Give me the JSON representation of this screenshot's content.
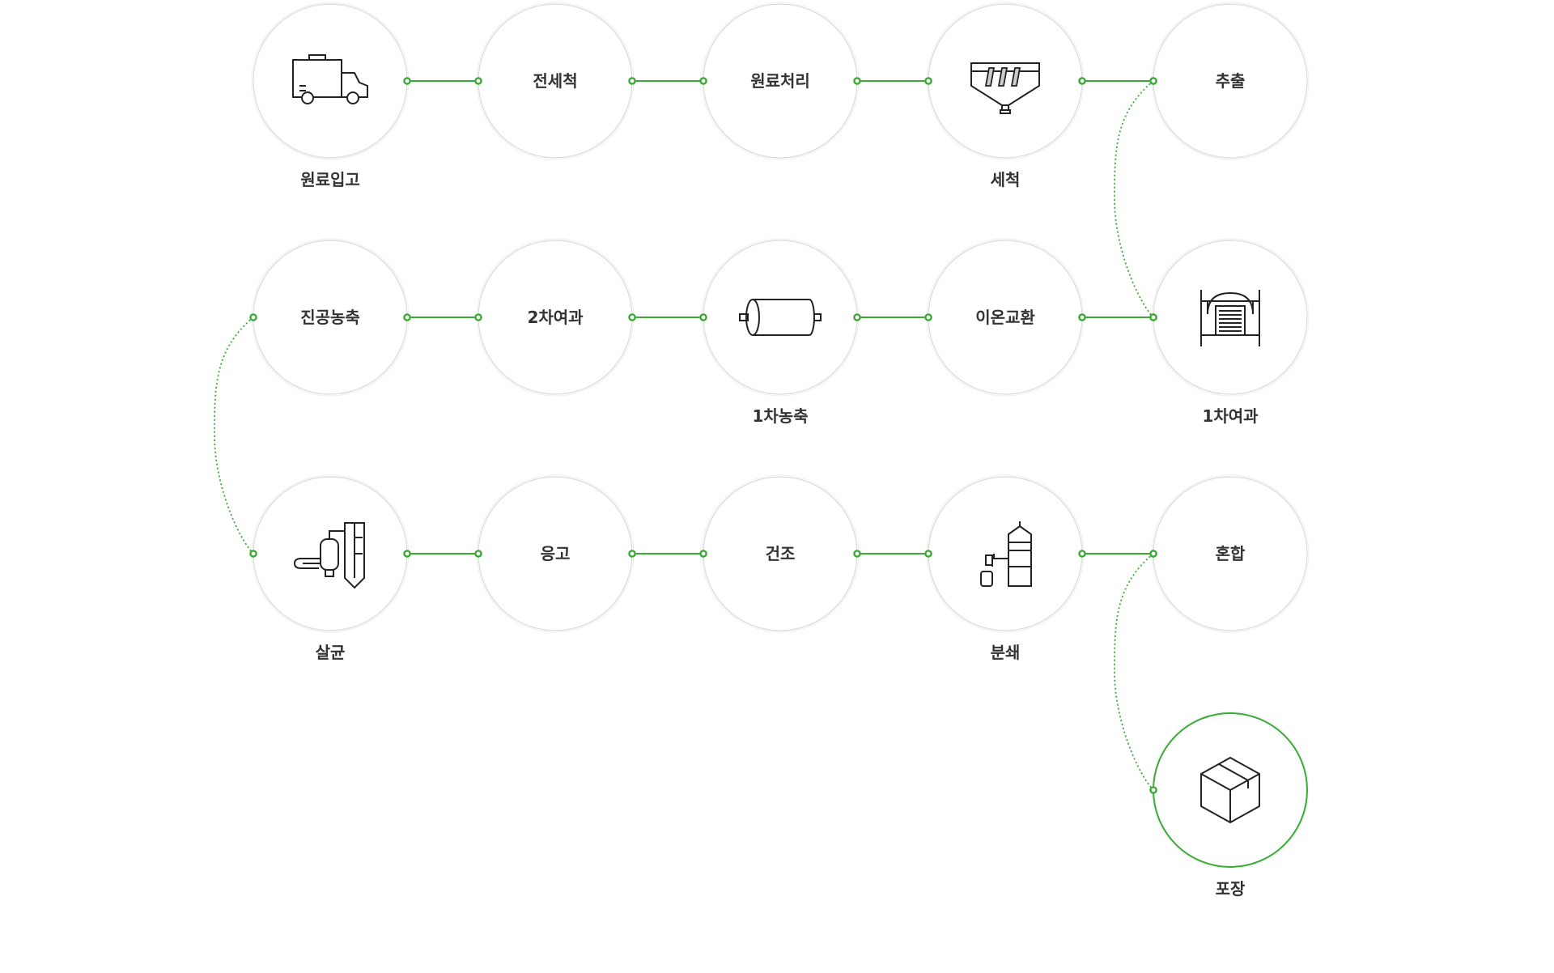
{
  "colors": {
    "accent": "#3aaa35",
    "ring": "#d9d9d9",
    "text": "#333333",
    "icon": "#222222"
  },
  "steps": [
    {
      "label": "원료입고",
      "icon": "truck-icon",
      "row": 0,
      "col": 0,
      "label_position": "below",
      "active": false
    },
    {
      "label": "전세척",
      "icon": null,
      "row": 0,
      "col": 1,
      "label_position": "inside",
      "active": false
    },
    {
      "label": "원료처리",
      "icon": null,
      "row": 0,
      "col": 2,
      "label_position": "inside",
      "active": false
    },
    {
      "label": "세척",
      "icon": "washer-tank-icon",
      "row": 0,
      "col": 3,
      "label_position": "below",
      "active": false
    },
    {
      "label": "추출",
      "icon": null,
      "row": 0,
      "col": 4,
      "label_position": "inside",
      "active": false
    },
    {
      "label": "진공농축",
      "icon": null,
      "row": 1,
      "col": 0,
      "label_position": "inside",
      "active": false
    },
    {
      "label": "2차여과",
      "icon": null,
      "row": 1,
      "col": 1,
      "label_position": "inside",
      "active": false
    },
    {
      "label": "1차농축",
      "icon": "cylinder-tank-icon",
      "row": 1,
      "col": 2,
      "label_position": "below",
      "active": false
    },
    {
      "label": "이온교환",
      "icon": null,
      "row": 1,
      "col": 3,
      "label_position": "inside",
      "active": false
    },
    {
      "label": "1차여과",
      "icon": "filter-press-icon",
      "row": 1,
      "col": 4,
      "label_position": "below",
      "active": false
    },
    {
      "label": "살균",
      "icon": "sterilizer-icon",
      "row": 2,
      "col": 0,
      "label_position": "below",
      "active": false
    },
    {
      "label": "응고",
      "icon": null,
      "row": 2,
      "col": 1,
      "label_position": "inside",
      "active": false
    },
    {
      "label": "건조",
      "icon": null,
      "row": 2,
      "col": 2,
      "label_position": "inside",
      "active": false
    },
    {
      "label": "분쇄",
      "icon": "grinder-tower-icon",
      "row": 2,
      "col": 3,
      "label_position": "below",
      "active": false
    },
    {
      "label": "혼합",
      "icon": null,
      "row": 2,
      "col": 4,
      "label_position": "inside",
      "active": false
    },
    {
      "label": "포장",
      "icon": "box-icon",
      "row": 3,
      "col": 4,
      "label_position": "below",
      "active": true
    }
  ],
  "connections": [
    {
      "from": "원료입고",
      "to": "전세척",
      "style": "solid"
    },
    {
      "from": "전세척",
      "to": "원료처리",
      "style": "solid"
    },
    {
      "from": "원료처리",
      "to": "세척",
      "style": "solid"
    },
    {
      "from": "세척",
      "to": "추출",
      "style": "solid"
    },
    {
      "from": "추출",
      "to": "1차여과",
      "style": "dotted"
    },
    {
      "from": "1차여과",
      "to": "이온교환",
      "style": "solid"
    },
    {
      "from": "이온교환",
      "to": "1차농축",
      "style": "solid"
    },
    {
      "from": "1차농축",
      "to": "2차여과",
      "style": "solid"
    },
    {
      "from": "2차여과",
      "to": "진공농축",
      "style": "solid"
    },
    {
      "from": "진공농축",
      "to": "살균",
      "style": "dotted"
    },
    {
      "from": "살균",
      "to": "응고",
      "style": "solid"
    },
    {
      "from": "응고",
      "to": "건조",
      "style": "solid"
    },
    {
      "from": "건조",
      "to": "분쇄",
      "style": "solid"
    },
    {
      "from": "분쇄",
      "to": "혼합",
      "style": "solid"
    },
    {
      "from": "혼합",
      "to": "포장",
      "style": "dotted"
    }
  ]
}
